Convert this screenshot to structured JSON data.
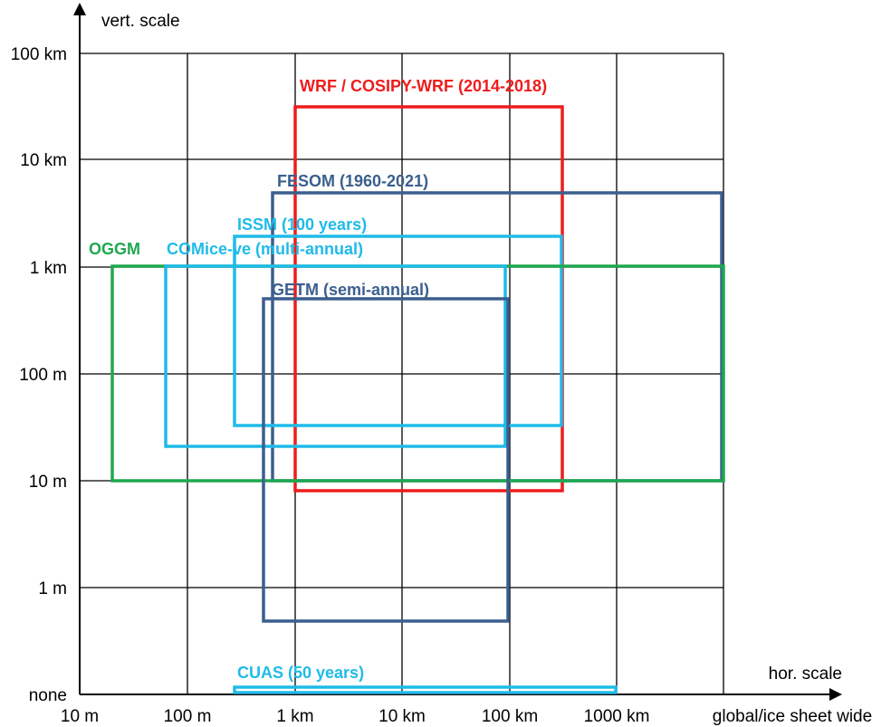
{
  "axes": {
    "y_title": "vert. scale",
    "x_title": "hor. scale",
    "y_ticks": [
      "none",
      "1 m",
      "10 m",
      "100 m",
      "1 km",
      "10 km",
      "100 km"
    ],
    "x_ticks": [
      "10 m",
      "100 m",
      "1 km",
      "10 km",
      "100 km",
      "1000 km",
      "global/ice sheet wide"
    ]
  },
  "colors": {
    "red": "#ee1c1c",
    "darkblue": "#3b5f8e",
    "lightblue": "#1fbbe8",
    "green": "#1fa84f",
    "grid": "#000000"
  },
  "models": [
    {
      "key": "wrf",
      "label": "WRF / COSIPY-WRF  (2014-2018)",
      "color": "red",
      "x_range": [
        "1 km",
        "100 km to 1000 km"
      ],
      "y_range": [
        "10 m",
        "10 km to 100 km"
      ]
    },
    {
      "key": "fesom",
      "label": "FESOM (1960-2021)",
      "color": "darkblue",
      "x_range": [
        "100 m to 1 km",
        "global/ice sheet wide"
      ],
      "y_range": [
        "10 m",
        "1 km to 10 km"
      ]
    },
    {
      "key": "issm",
      "label": "ISSM (100 years)",
      "color": "lightblue",
      "x_range": [
        "100 m to 1 km",
        "100 km to 1000 km"
      ],
      "y_range": [
        "10 m to 100 m",
        "1 km to 10 km"
      ]
    },
    {
      "key": "ogcm",
      "label": "OGGM",
      "color": "green",
      "x_range": [
        "10 m to 100 m",
        "global/ice sheet wide"
      ],
      "y_range": [
        "10 m",
        "1 km"
      ]
    },
    {
      "key": "comice",
      "label": "COMice-ve (multi-annual)",
      "color": "lightblue",
      "x_range": [
        "10 m to 100 m",
        "100 km"
      ],
      "y_range": [
        "10 m to 100 m",
        "1 km"
      ]
    },
    {
      "key": "getm",
      "label": "GETM (semi-annual)",
      "color": "darkblue",
      "x_range": [
        "100 m to 1 km",
        "100 km"
      ],
      "y_range": [
        "none to 1 m",
        "100 m to 1 km"
      ]
    },
    {
      "key": "cuas",
      "label": "CUAS (50 years)",
      "color": "lightblue",
      "x_range": [
        "100 m to 1 km",
        "1000 km"
      ],
      "y_range": [
        "none",
        "none"
      ]
    }
  ]
}
